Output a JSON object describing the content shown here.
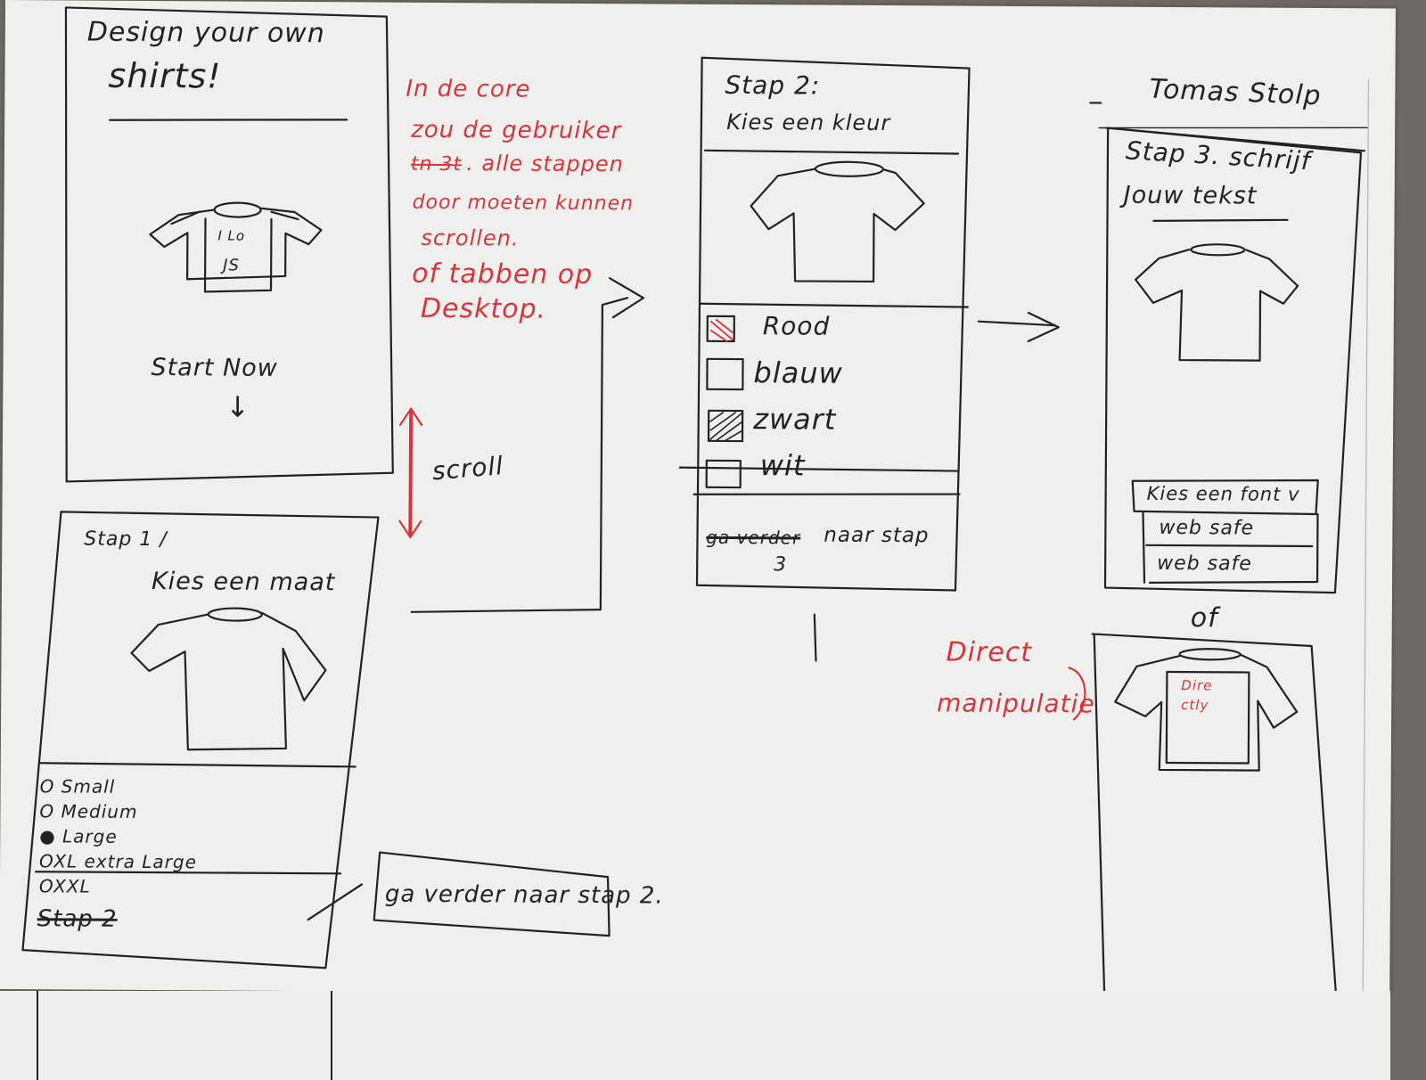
{
  "colors": {
    "ink": "#222222",
    "red_ink": "#d8343c",
    "paper": "#efefed",
    "background": "#6d6a66"
  },
  "author": "Tomas Stolp",
  "home_screen": {
    "title_line1": "Design your own",
    "title_line2": "shirts!",
    "shirt_print_line1": "I Lo",
    "shirt_print_line2": "JS",
    "cta": "Start Now",
    "cta_arrow": "↓"
  },
  "scroll_label": "scroll",
  "step1": {
    "heading": "Stap 1 /",
    "subheading": "Kies een maat",
    "options": [
      "O Small",
      "O Medium",
      "● Large",
      "OXL extra Large",
      "OXXL"
    ],
    "struck_text": "Stap 2",
    "next_button": "ga verder naar stap 2."
  },
  "red_note": {
    "line1": "In de core",
    "line2": "zou de gebruiker",
    "line3_struck": "tn 3t",
    "line3": ". alle stappen",
    "line4": "door moeten kunnen",
    "line5": "scrollen.",
    "line6": "of tabben op",
    "line7": "Desktop."
  },
  "step2": {
    "heading": "Stap 2:",
    "subheading": "Kies een kleur",
    "options": [
      {
        "label": "Rood",
        "swatch": "red"
      },
      {
        "label": "blauw",
        "swatch": "empty"
      },
      {
        "label": "zwart",
        "swatch": "hatched"
      },
      {
        "label": "wit",
        "swatch": "empty"
      }
    ],
    "struck_text": "ga verder",
    "next_line1": "naar stap",
    "next_line2": "3"
  },
  "step3": {
    "heading_line1": "Stap 3. schrijf",
    "heading_line2": "Jouw tekst",
    "font_select": "Kies een font v",
    "font_options": [
      "web safe",
      "web safe"
    ]
  },
  "or_label": "of",
  "direct_manipulation": {
    "label_line1": "Direct",
    "label_line2": "manipulatie",
    "shirt_text_line1": "Dire",
    "shirt_text_line2": "ctly"
  }
}
